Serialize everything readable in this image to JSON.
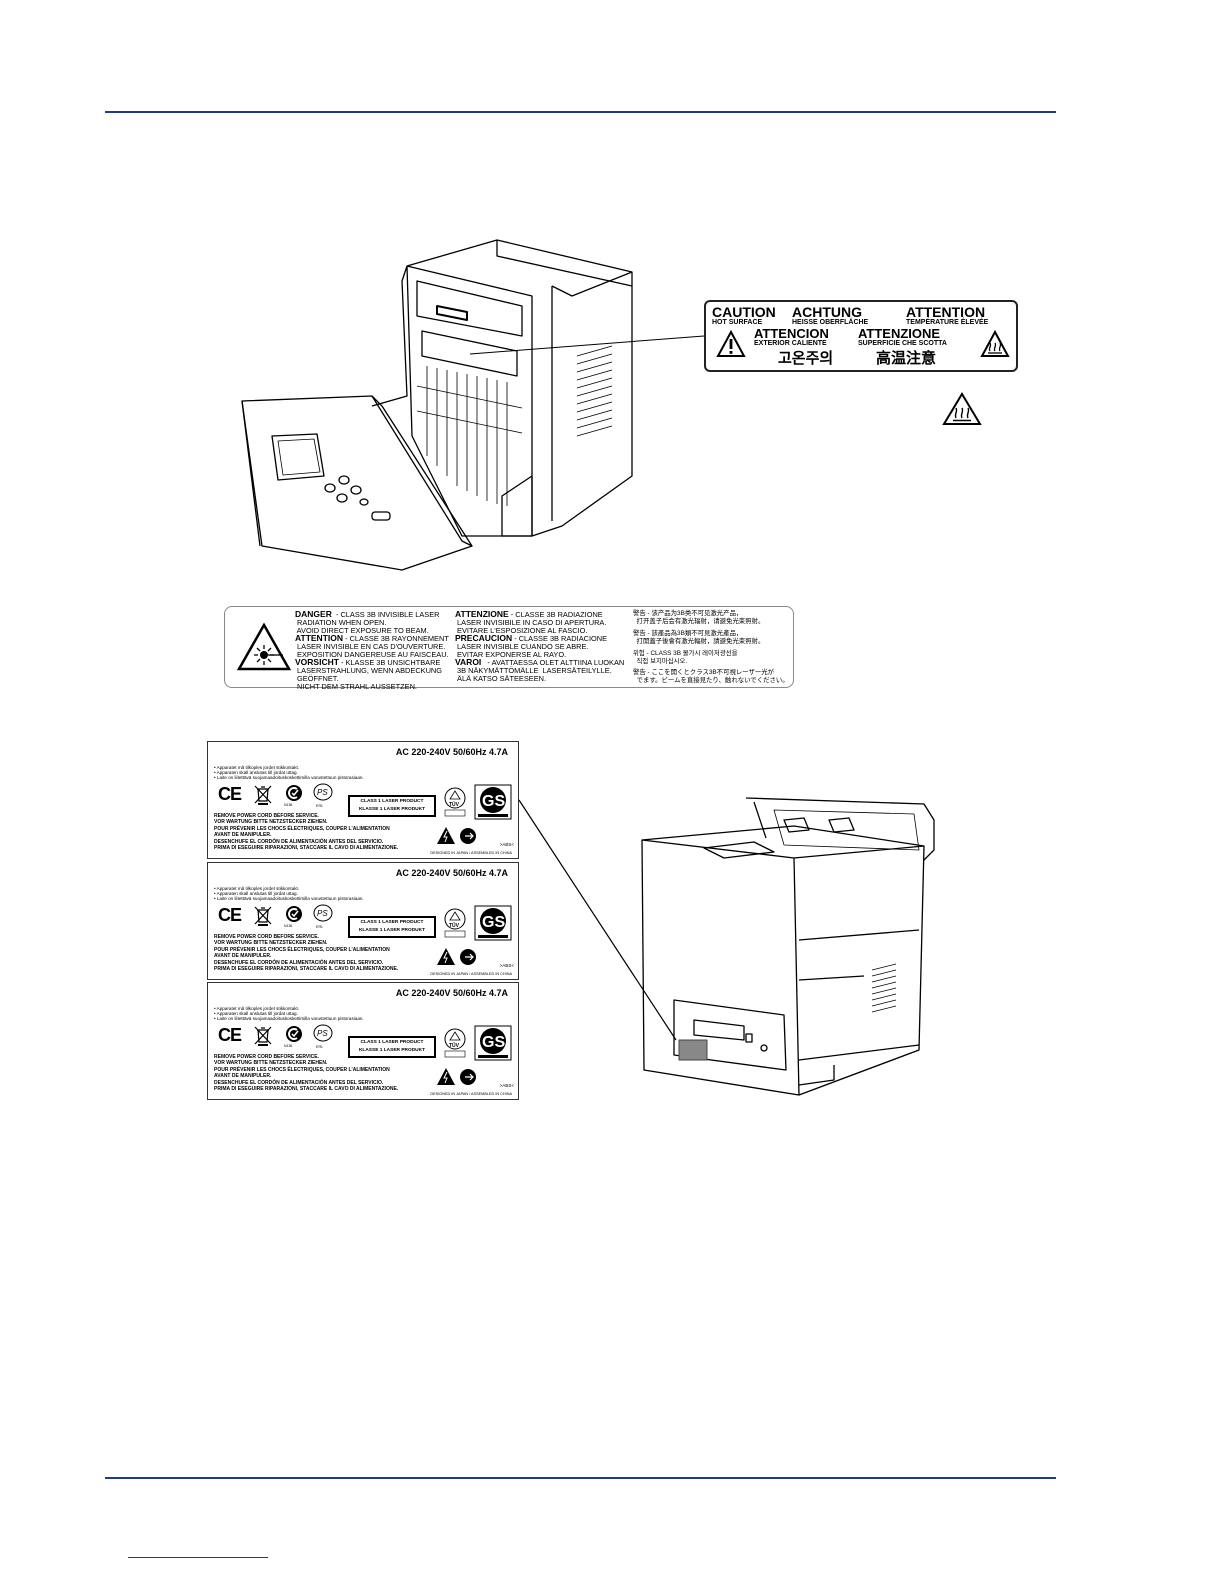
{
  "caution_label": {
    "line1": [
      "CAUTION",
      "ACHTUNG",
      "ATTENTION"
    ],
    "line2": [
      "HOT SURFACE",
      "HEISSE OBERFLÄCHE",
      "TEMPÉRATURE ÉLEVÉE"
    ],
    "line3": [
      "ATTENCION",
      "ATTENZIONE"
    ],
    "line4": [
      "EXTERIOR CALIENTE",
      "SUPERFICIE CHE SCOTTA"
    ],
    "line5": [
      "고온주의",
      "高温注意"
    ]
  },
  "laser_label": {
    "col1": {
      "danger_head": "DANGER",
      "danger_text": "  - CLASS 3B INVISIBLE LASER\n RADIATION WHEN OPEN.\n AVOID DIRECT EXPOSURE TO BEAM.",
      "attention_head": "ATTENTION",
      "attention_text": " - CLASSE 3B RAYONNEMENT\n LASER INVISIBLE EN CAS D'OUVERTURE.\n EXPOSITION DANGEREUSE AU FAISCEAU.",
      "vorsicht_head": "VORSICHT",
      "vorsicht_text": " - KLASSE 3B UNSICHTBARE\n LASERSTRAHLUNG, WENN ABDECKUNG\n GEÖFFNET.\n NICHT DEM STRAHL AUSSETZEN."
    },
    "col2": {
      "attenzione_head": "ATTENZIONE",
      "attenzione_text": " - CLASSE 3B RADIAZIONE\n LASER INVISIBILE IN CASO DI APERTURA.\n EVITARE L'ESPOSIZIONE AL FASCIO.",
      "precaucion_head": "PRECAUCION",
      "precaucion_text": " - CLASSE 3B RADIACIONE\n LASER INVISIBLE CUANDO SE ABRE.\n EVITAR EXPONERSE AL RAYO.",
      "varoi_head": "VAROI",
      "varoi_text": "   - AVATTAESSA OLET ALTTIINA LUOKAN\n 3B NÄKYMÄTTÖMÄLLE  LASERSÄTEILYLLE.\n ÄLÄ KATSO SÄTEESEEN."
    },
    "col3": {
      "zh_s": "警告 - 该产品为3B类不可见激光产品，\n  打开盖子后会有激光辐射，请避免光束照射。",
      "zh_t": "警告 - 該產品為3B類不可見激光產品，\n  打開蓋子後會有激光輻射，請避免光束照射。",
      "ko": "위험 - CLASS 3B 몰가시 레이저광선을\n  직접 보지마십시오.",
      "ja": "警告 - ここを開くとクラス3B不可視レーザー光が\n  でます。ビームを直接見たり、触れないでください。"
    }
  },
  "rating_label": {
    "ac": "AC 220-240V  50/60Hz  4.7A",
    "nordic": [
      "• Apparatet må tilkoples jordet stikkontakt.",
      "• Apparaten skall anslutas till jordat uttag.",
      "• Laite on liitettävä suojamaadoituskoskettimilla varustettuun pistorasiaan."
    ],
    "warnings_1": [
      "REMOVE POWER CORD BEFORE SERVICE.",
      "VOR WARTUNG BITTE NETZSTECKER ZIEHEN."
    ],
    "warnings_2": [
      "POUR PRÉVENIR LES CHOCS ÉLECTRIQUES, COUPER L'ALIMENTATION",
      "  AVANT DE MANIPULER.",
      "DESENCHUFE EL CORDÓN DE ALIMENTACIÓN ANTES DEL SERVICIO.",
      "PRIMA DI ESEGUIRE RIPARAZIONI, STACCARE IL CAVO DI ALIMENTAZIONE."
    ],
    "laser_box": [
      "CLASS 1 LASER PRODUCT",
      "KLASSE 1 LASER PRODUKT"
    ],
    "ce": "CE",
    "gs": "GS",
    "tuv": "TÜV",
    "abs": ">ABS<",
    "designed": "DESIGNED IN JAPAN / ASSEMBLED IN CHINA",
    "c_tick_code": "N136",
    "pse_code": "ЕЯ1"
  }
}
